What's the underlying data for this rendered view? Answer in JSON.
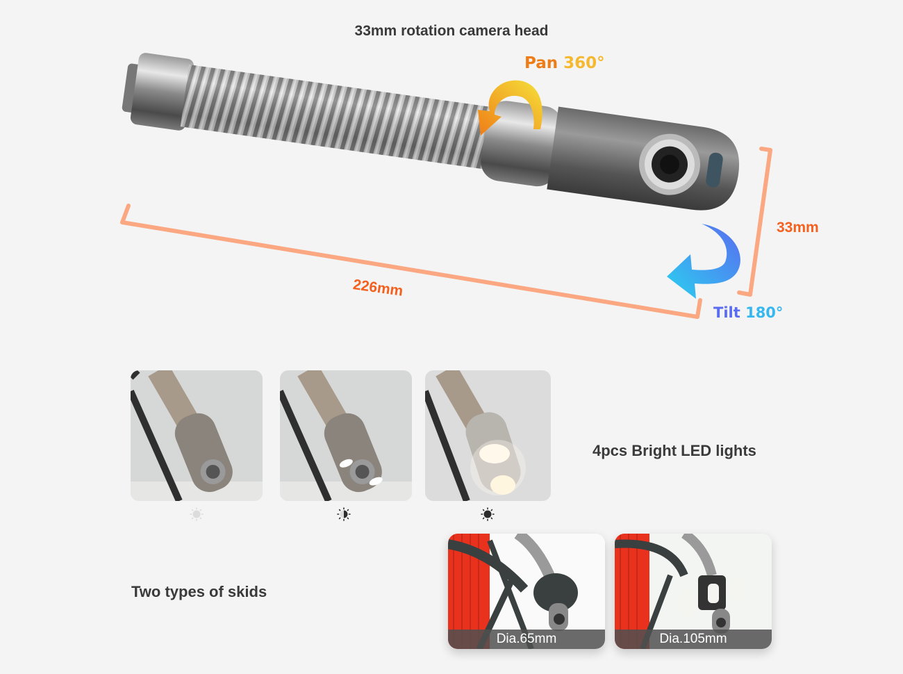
{
  "header": {
    "title": "33mm rotation camera head"
  },
  "annotations": {
    "pan": {
      "word": "Pan",
      "value": "360°"
    },
    "tilt": {
      "word": "Tilt",
      "value": "180°"
    },
    "diameter": "33mm",
    "length": "226mm"
  },
  "colors": {
    "background": "#f4f4f4",
    "dimension_line": "#fba882",
    "dimension_text": "#f4611f",
    "pan_arrow_start": "#f5e03a",
    "pan_arrow_end": "#ef7d17",
    "tilt_arrow_start": "#5a6cf0",
    "tilt_arrow_end": "#2ad0f0",
    "heading_text": "#3a3a3a"
  },
  "led_section": {
    "label": "4pcs Bright LED lights",
    "levels": [
      {
        "icon": "brightness-low-icon",
        "state": "off"
      },
      {
        "icon": "brightness-medium-icon",
        "state": "half"
      },
      {
        "icon": "brightness-high-icon",
        "state": "full"
      }
    ]
  },
  "skid_section": {
    "label": "Two types of skids",
    "items": [
      {
        "caption": "Dia.65mm"
      },
      {
        "caption": "Dia.105mm"
      }
    ]
  }
}
